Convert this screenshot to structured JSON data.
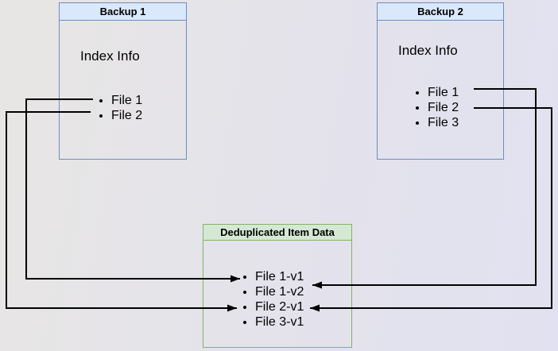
{
  "diagram": {
    "backup1": {
      "title": "Backup 1",
      "section_label": "Index Info",
      "files": [
        "File 1",
        "File 2"
      ]
    },
    "backup2": {
      "title": "Backup 2",
      "section_label": "Index Info",
      "files": [
        "File 1",
        "File 2",
        "File 3"
      ]
    },
    "dedup": {
      "title": "Deduplicated Item Data",
      "items": [
        "File 1-v1",
        "File 1-v2",
        "File 2-v1",
        "File 3-v1"
      ]
    },
    "edges": [
      {
        "from": "Backup 1 / File 1",
        "to": "File 1-v1"
      },
      {
        "from": "Backup 1 / File 2",
        "to": "File 2-v1"
      },
      {
        "from": "Backup 2 / File 1",
        "to": "File 1-v2"
      },
      {
        "from": "Backup 2 / File 2",
        "to": "File 2-v1"
      }
    ],
    "colors": {
      "blue_header_fill": "#dae8fc",
      "blue_border": "#6c8ebf",
      "green_header_fill": "#d5e8d4",
      "green_border": "#82b366",
      "line": "#000000",
      "background": "#e4e3ec"
    }
  }
}
